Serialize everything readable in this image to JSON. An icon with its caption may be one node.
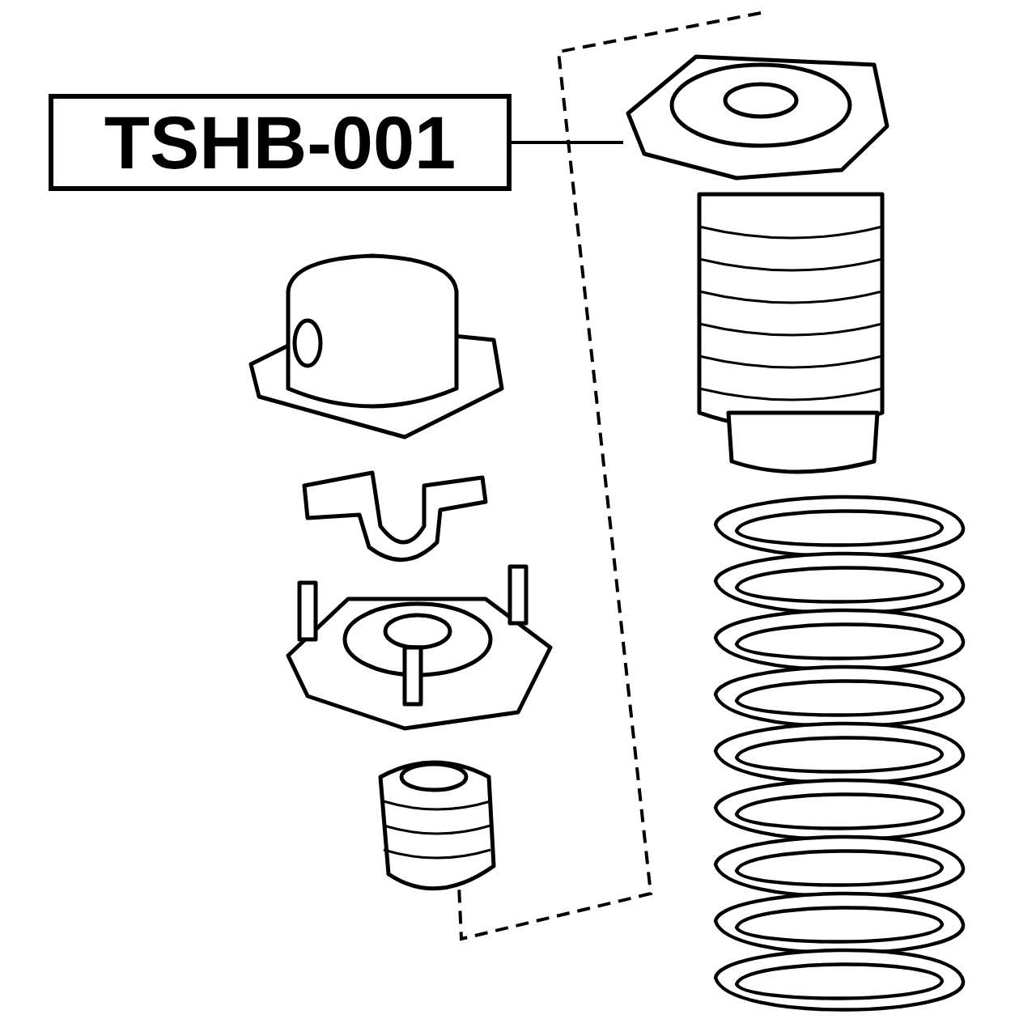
{
  "diagram": {
    "nodes": [
      {
        "text": [
          "TSHB-001"
        ]
      },
      {
        "text": [],
        "shape": "picture"
      }
    ],
    "edges": [
      {
        "from": 0,
        "to": 1,
        "arrow": "none"
      }
    ]
  }
}
